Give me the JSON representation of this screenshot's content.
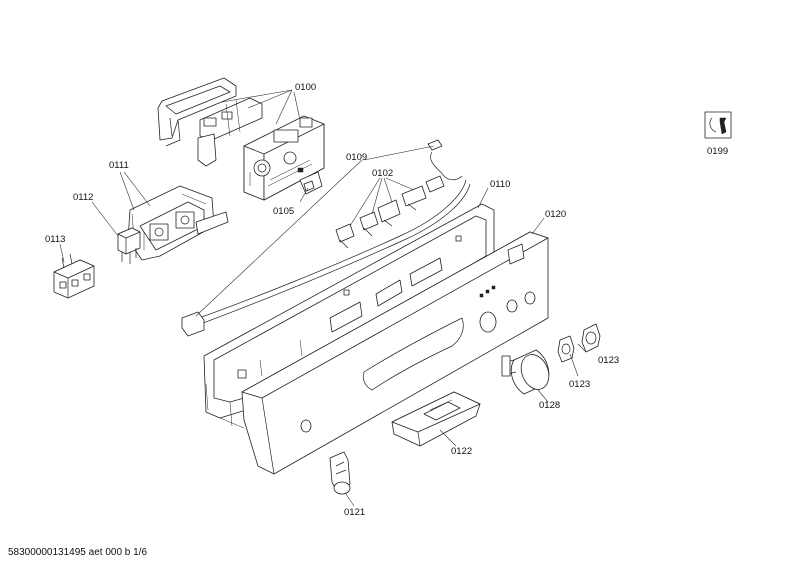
{
  "labels": {
    "p0100": "0100",
    "p0111": "0111",
    "p0112": "0112",
    "p0113": "0113",
    "p0105": "0105",
    "p0109": "0109",
    "p0102": "0102",
    "p0110": "0110",
    "p0120": "0120",
    "p0123a": "0123",
    "p0123b": "0123",
    "p0128": "0128",
    "p0122": "0122",
    "p0121": "0121",
    "p0199": "0199"
  },
  "footer": "58300000131495 aet 000 b 1/6"
}
